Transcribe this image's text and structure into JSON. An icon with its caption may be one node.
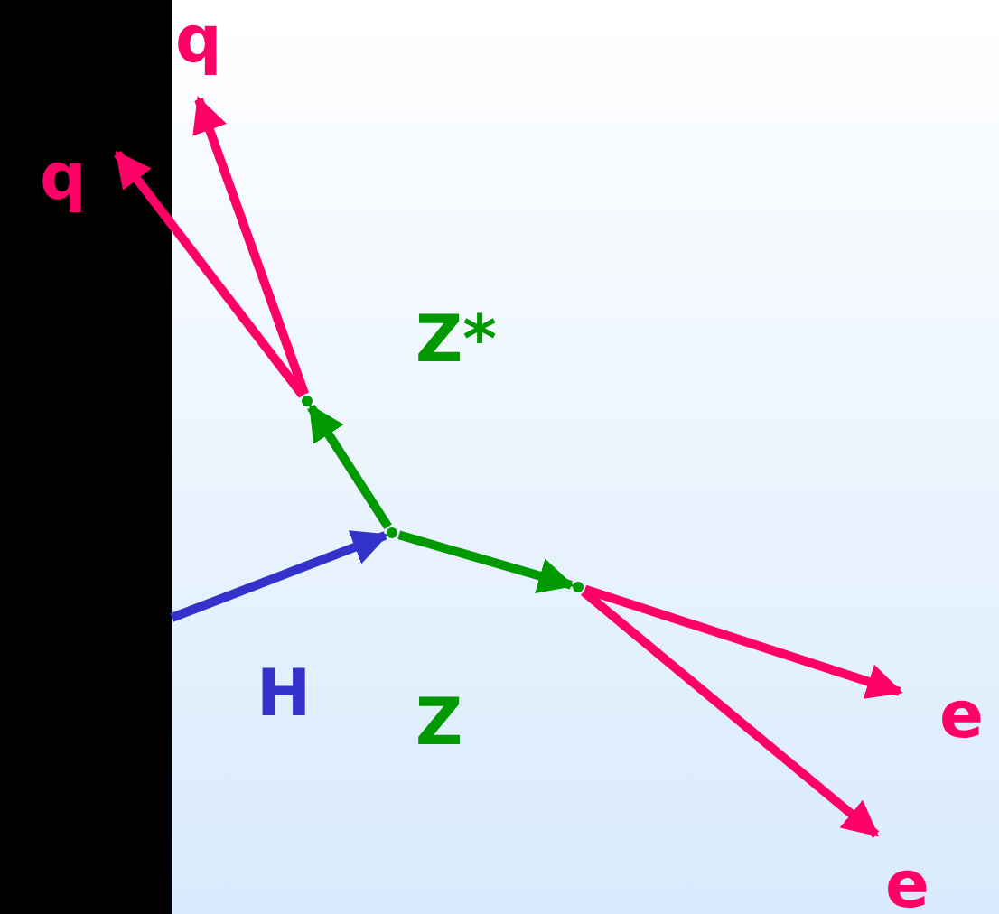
{
  "diagram": {
    "nodes": [
      {
        "text": [
          "q"
        ]
      },
      {
        "text": [
          "q"
        ]
      },
      {
        "text": [],
        "shape": "point"
      },
      {
        "text": [],
        "shape": "point"
      },
      {
        "text": [],
        "shape": "point"
      },
      {
        "text": [
          "e"
        ]
      },
      {
        "text": [
          "e"
        ]
      }
    ],
    "edges": [
      {
        "from": null,
        "to": 3,
        "arrow": "to",
        "label": "H",
        "color": "#3333cc"
      },
      {
        "from": 3,
        "to": 2,
        "arrow": "to",
        "label": "Z*",
        "color": "#009900"
      },
      {
        "from": 3,
        "to": 4,
        "arrow": "to",
        "label": "Z",
        "color": "#009900"
      },
      {
        "from": 2,
        "to": 0,
        "arrow": "to",
        "color": "#ff0066"
      },
      {
        "from": 2,
        "to": 1,
        "arrow": "to",
        "color": "#ff0066"
      },
      {
        "from": 4,
        "to": 5,
        "arrow": "to",
        "color": "#ff0066"
      },
      {
        "from": 4,
        "to": 6,
        "arrow": "to",
        "color": "#ff0066"
      }
    ]
  }
}
